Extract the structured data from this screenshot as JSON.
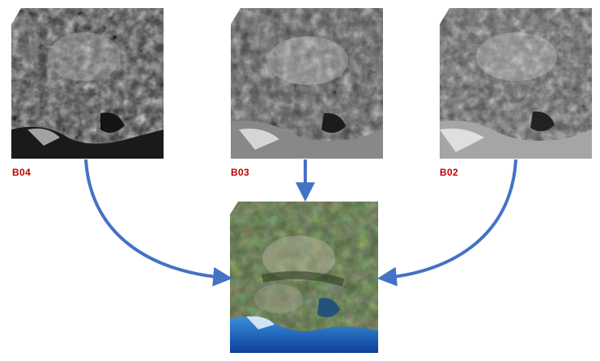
{
  "bands": [
    {
      "label": "B04",
      "image": "grayscale-satellite-image-red-band"
    },
    {
      "label": "B03",
      "image": "grayscale-satellite-image-green-band"
    },
    {
      "label": "B02",
      "image": "grayscale-satellite-image-blue-band"
    }
  ],
  "composite": {
    "image": "true-color-rgb-composite-satellite-image"
  },
  "colors": {
    "label": "#c00000",
    "arrow": "#4472c4",
    "sea": "#1e5bb0",
    "land": "#5a6a45"
  }
}
